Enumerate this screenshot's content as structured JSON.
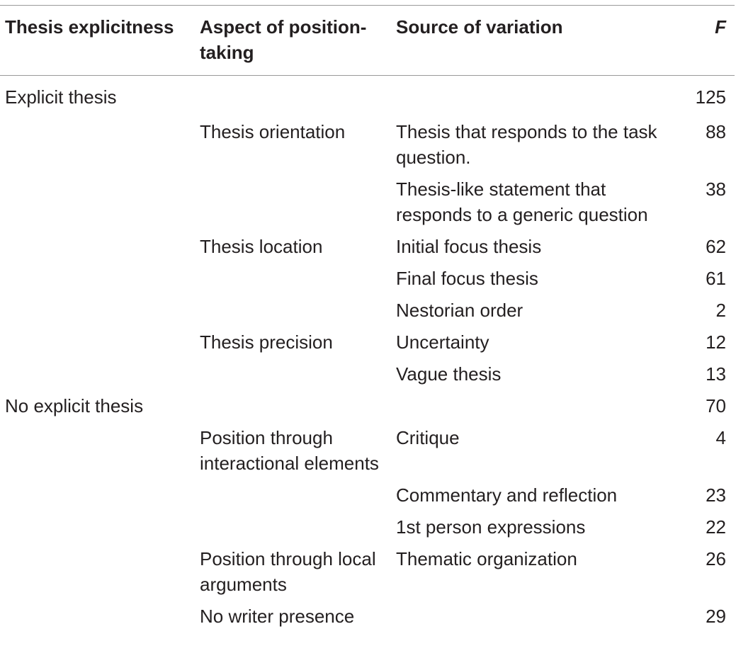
{
  "table": {
    "headers": [
      "Thesis explicitness",
      "Aspect of position-taking",
      "Source of variation",
      "F"
    ],
    "rows": [
      [
        "Explicit thesis",
        "",
        "",
        "125"
      ],
      [
        "",
        "Thesis orientation",
        "Thesis that responds to the task question.",
        "88"
      ],
      [
        "",
        "",
        "Thesis-like statement that responds to a generic question",
        "38"
      ],
      [
        "",
        "Thesis location",
        "Initial focus thesis",
        "62"
      ],
      [
        "",
        "",
        "Final focus thesis",
        "61"
      ],
      [
        "",
        "",
        "Nestorian order",
        "2"
      ],
      [
        "",
        "Thesis precision",
        "Uncertainty",
        "12"
      ],
      [
        "",
        "",
        "Vague thesis",
        "13"
      ],
      [
        "No explicit thesis",
        "",
        "",
        "70"
      ],
      [
        "",
        "Position through interactional elements",
        "Critique",
        "4"
      ],
      [
        "",
        "",
        "Commentary and reflection",
        "23"
      ],
      [
        "",
        "",
        "1st person expressions",
        "22"
      ],
      [
        "",
        "Position through local arguments",
        "Thematic organization",
        "26"
      ],
      [
        "",
        "No writer presence",
        "",
        "29"
      ]
    ]
  }
}
